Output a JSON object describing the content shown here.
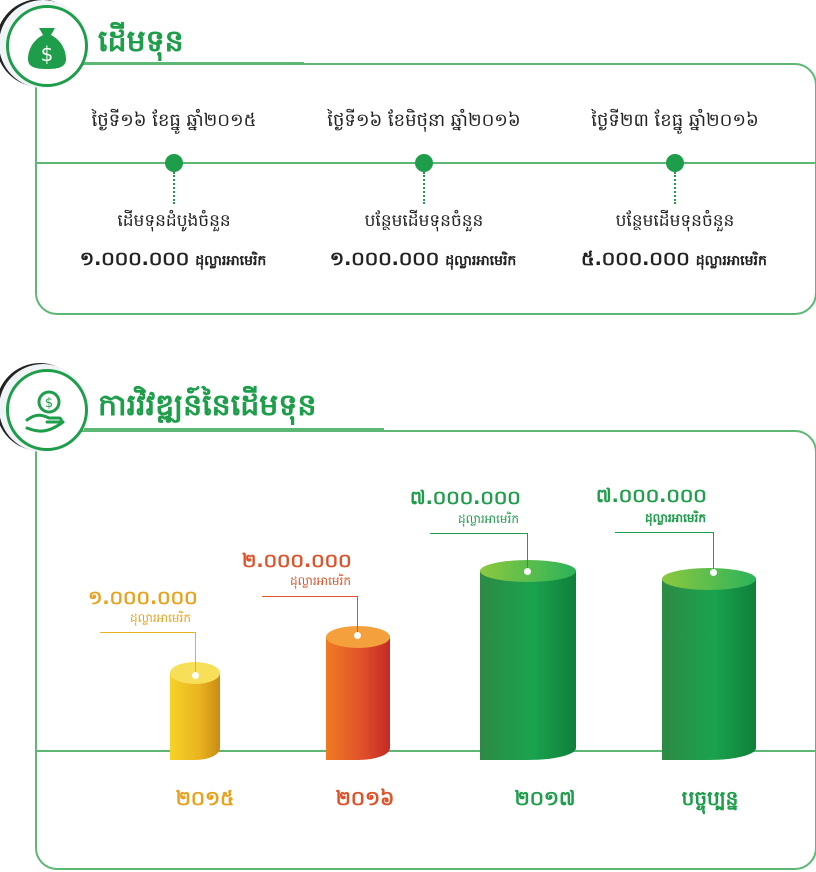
{
  "section1": {
    "title": "ដើមទុន",
    "icon": "money-bag-icon",
    "milestones": [
      {
        "date": "ថ្ងៃទី១៦ ខែធ្នូ ឆ្នាំ២០១៥",
        "label": "ដើមទុនដំបូងចំនួន",
        "amount": "១.០០០.០០០",
        "unit": "ដុល្លារអាមេរិក"
      },
      {
        "date": "ថ្ងៃទី១៦ ខែមិថុនា ឆ្នាំ២០១៦",
        "label": "បន្ថែមដើមទុនចំនួន",
        "amount": "១.០០០.០០០",
        "unit": "ដុល្លារអាមេរិក"
      },
      {
        "date": "ថ្ងៃទី២៣ ខែធ្នូ ឆ្នាំ២០១៦",
        "label": "បន្ថែមដើមទុនចំនួន",
        "amount": "៥.០០០.០០០",
        "unit": "ដុល្លារអាមេរិក"
      }
    ]
  },
  "section2": {
    "title": "ការវិវឌ្ឍន៍នៃដើមទុន",
    "icon": "hand-coin-icon"
  },
  "colors": {
    "green": "#1e9e4a",
    "yellow": "#e9b21f",
    "orange": "#e0522a"
  },
  "chart_data": {
    "type": "bar",
    "title": "ការវិវឌ្ឍន៍នៃដើមទុន",
    "categories": [
      "២០១៥",
      "២០១៦",
      "២០១៧",
      "បច្ចុប្បន្ន"
    ],
    "values": [
      1000000,
      2000000,
      7000000,
      7000000
    ],
    "value_labels": [
      "១.០០០.០០០",
      "២.០០០.០០០",
      "៧.០០០.០០០",
      "៧.០០០.០០០"
    ],
    "unit": "ដុល្លារអាមេរិក",
    "xlabel": "",
    "ylabel": ""
  }
}
